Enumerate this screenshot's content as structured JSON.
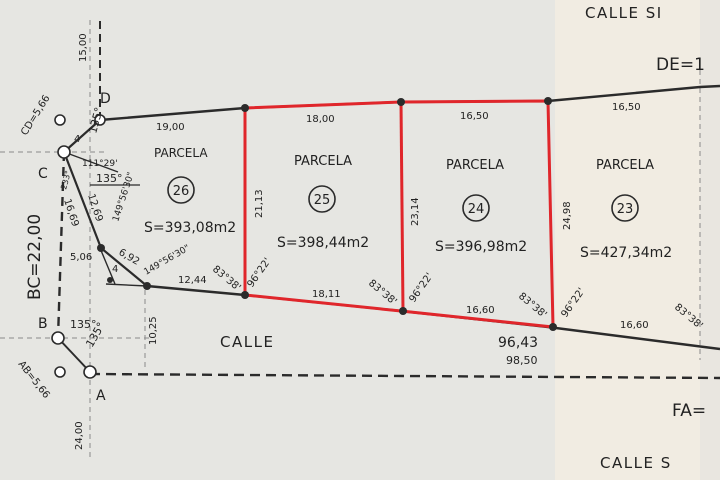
{
  "streets": {
    "top": "CALLE SI",
    "middle": "CALLE",
    "bottom": "CALLE S"
  },
  "vertices": {
    "a": "A",
    "b": "B",
    "c": "C",
    "d": "D"
  },
  "segments": {
    "bc": "BC=22,00",
    "ab": "AB=5,66",
    "cd": "CD=5,66",
    "de": "DE=1",
    "fa": "FA=",
    "top_15": "15,00",
    "bottom_24": "24,00"
  },
  "parcels": [
    {
      "label": "PARCELA",
      "number": "26",
      "area": "S=393,08m2"
    },
    {
      "label": "PARCELA",
      "number": "25",
      "area": "S=398,44m2"
    },
    {
      "label": "PARCELA",
      "number": "24",
      "area": "S=396,98m2"
    },
    {
      "label": "PARCELA",
      "number": "23",
      "area": "S=427,34m2"
    }
  ],
  "dimensions": {
    "p26_top": "19,00",
    "p25_top": "18,00",
    "p24_top": "16,50",
    "p23_top": "16,50",
    "p25_left": "21,13",
    "p24_left": "23,14",
    "p24_right": "24,98",
    "p25_bottom": "18,11",
    "p24_bottom": "16,60",
    "p23_bottom": "16,60",
    "p26_bottom": "12,44",
    "diag_1269": "12,69",
    "diag_1669": "16,69",
    "small_692": "6,92",
    "small_506": "5,06",
    "vert_1025": "10,25",
    "total_9643": "96,43",
    "total_9850": "98,50",
    "small_4_top": "4",
    "small_4_bottom": "4"
  },
  "angles": {
    "d_135": "135°",
    "c_111": "111°29'",
    "c_135": "135°",
    "b_135a": "135°",
    "b_135b": "135°",
    "a_149": "149°56'30\"",
    "b_149": "149°56'30\"",
    "c_233": "233°",
    "p25_bl_8338": "83°38'",
    "p25_bl_9622": "96°22'",
    "p25_br_8338": "83°38'",
    "p24_bl_9622": "96°22'",
    "p24_br_8338": "83°38'",
    "p23_bl_9622": "96°22'",
    "p23_br_8338": "83°38'"
  },
  "colors": {
    "paper": "#e6e6e2",
    "line": "#2b2b2b",
    "highlight": "#e0262b",
    "margin": "#f1ece2"
  }
}
